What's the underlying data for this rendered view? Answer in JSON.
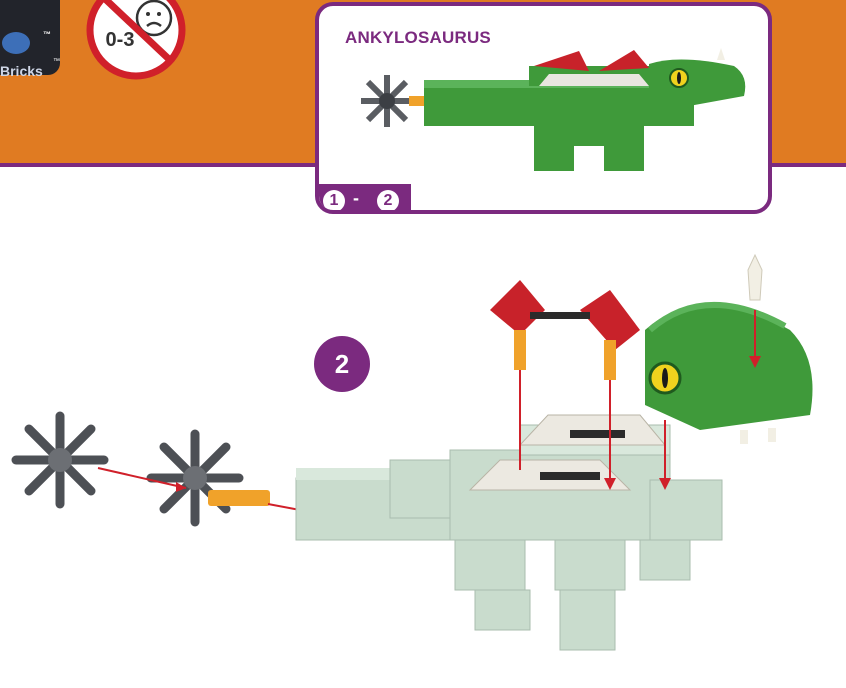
{
  "brand": {
    "name": "Bricks",
    "trademark": "™"
  },
  "age_warning": {
    "label": "0-3",
    "icon": "no-small-children-icon"
  },
  "inset": {
    "title": "ANKYLOSAURUS",
    "steps_range": {
      "from": "1",
      "separator": "-",
      "to": "2"
    }
  },
  "step": {
    "number": "2"
  },
  "colors": {
    "banner_orange": "#e07b22",
    "accent_purple": "#7b2a7f",
    "brick_green": "#3f9a3a",
    "brick_pale": "#c9dccd",
    "connector_red": "#c8222a",
    "connector_orange": "#f0a22a",
    "wheel_grey": "#5a5d62",
    "arrow_red": "#d0202a"
  }
}
